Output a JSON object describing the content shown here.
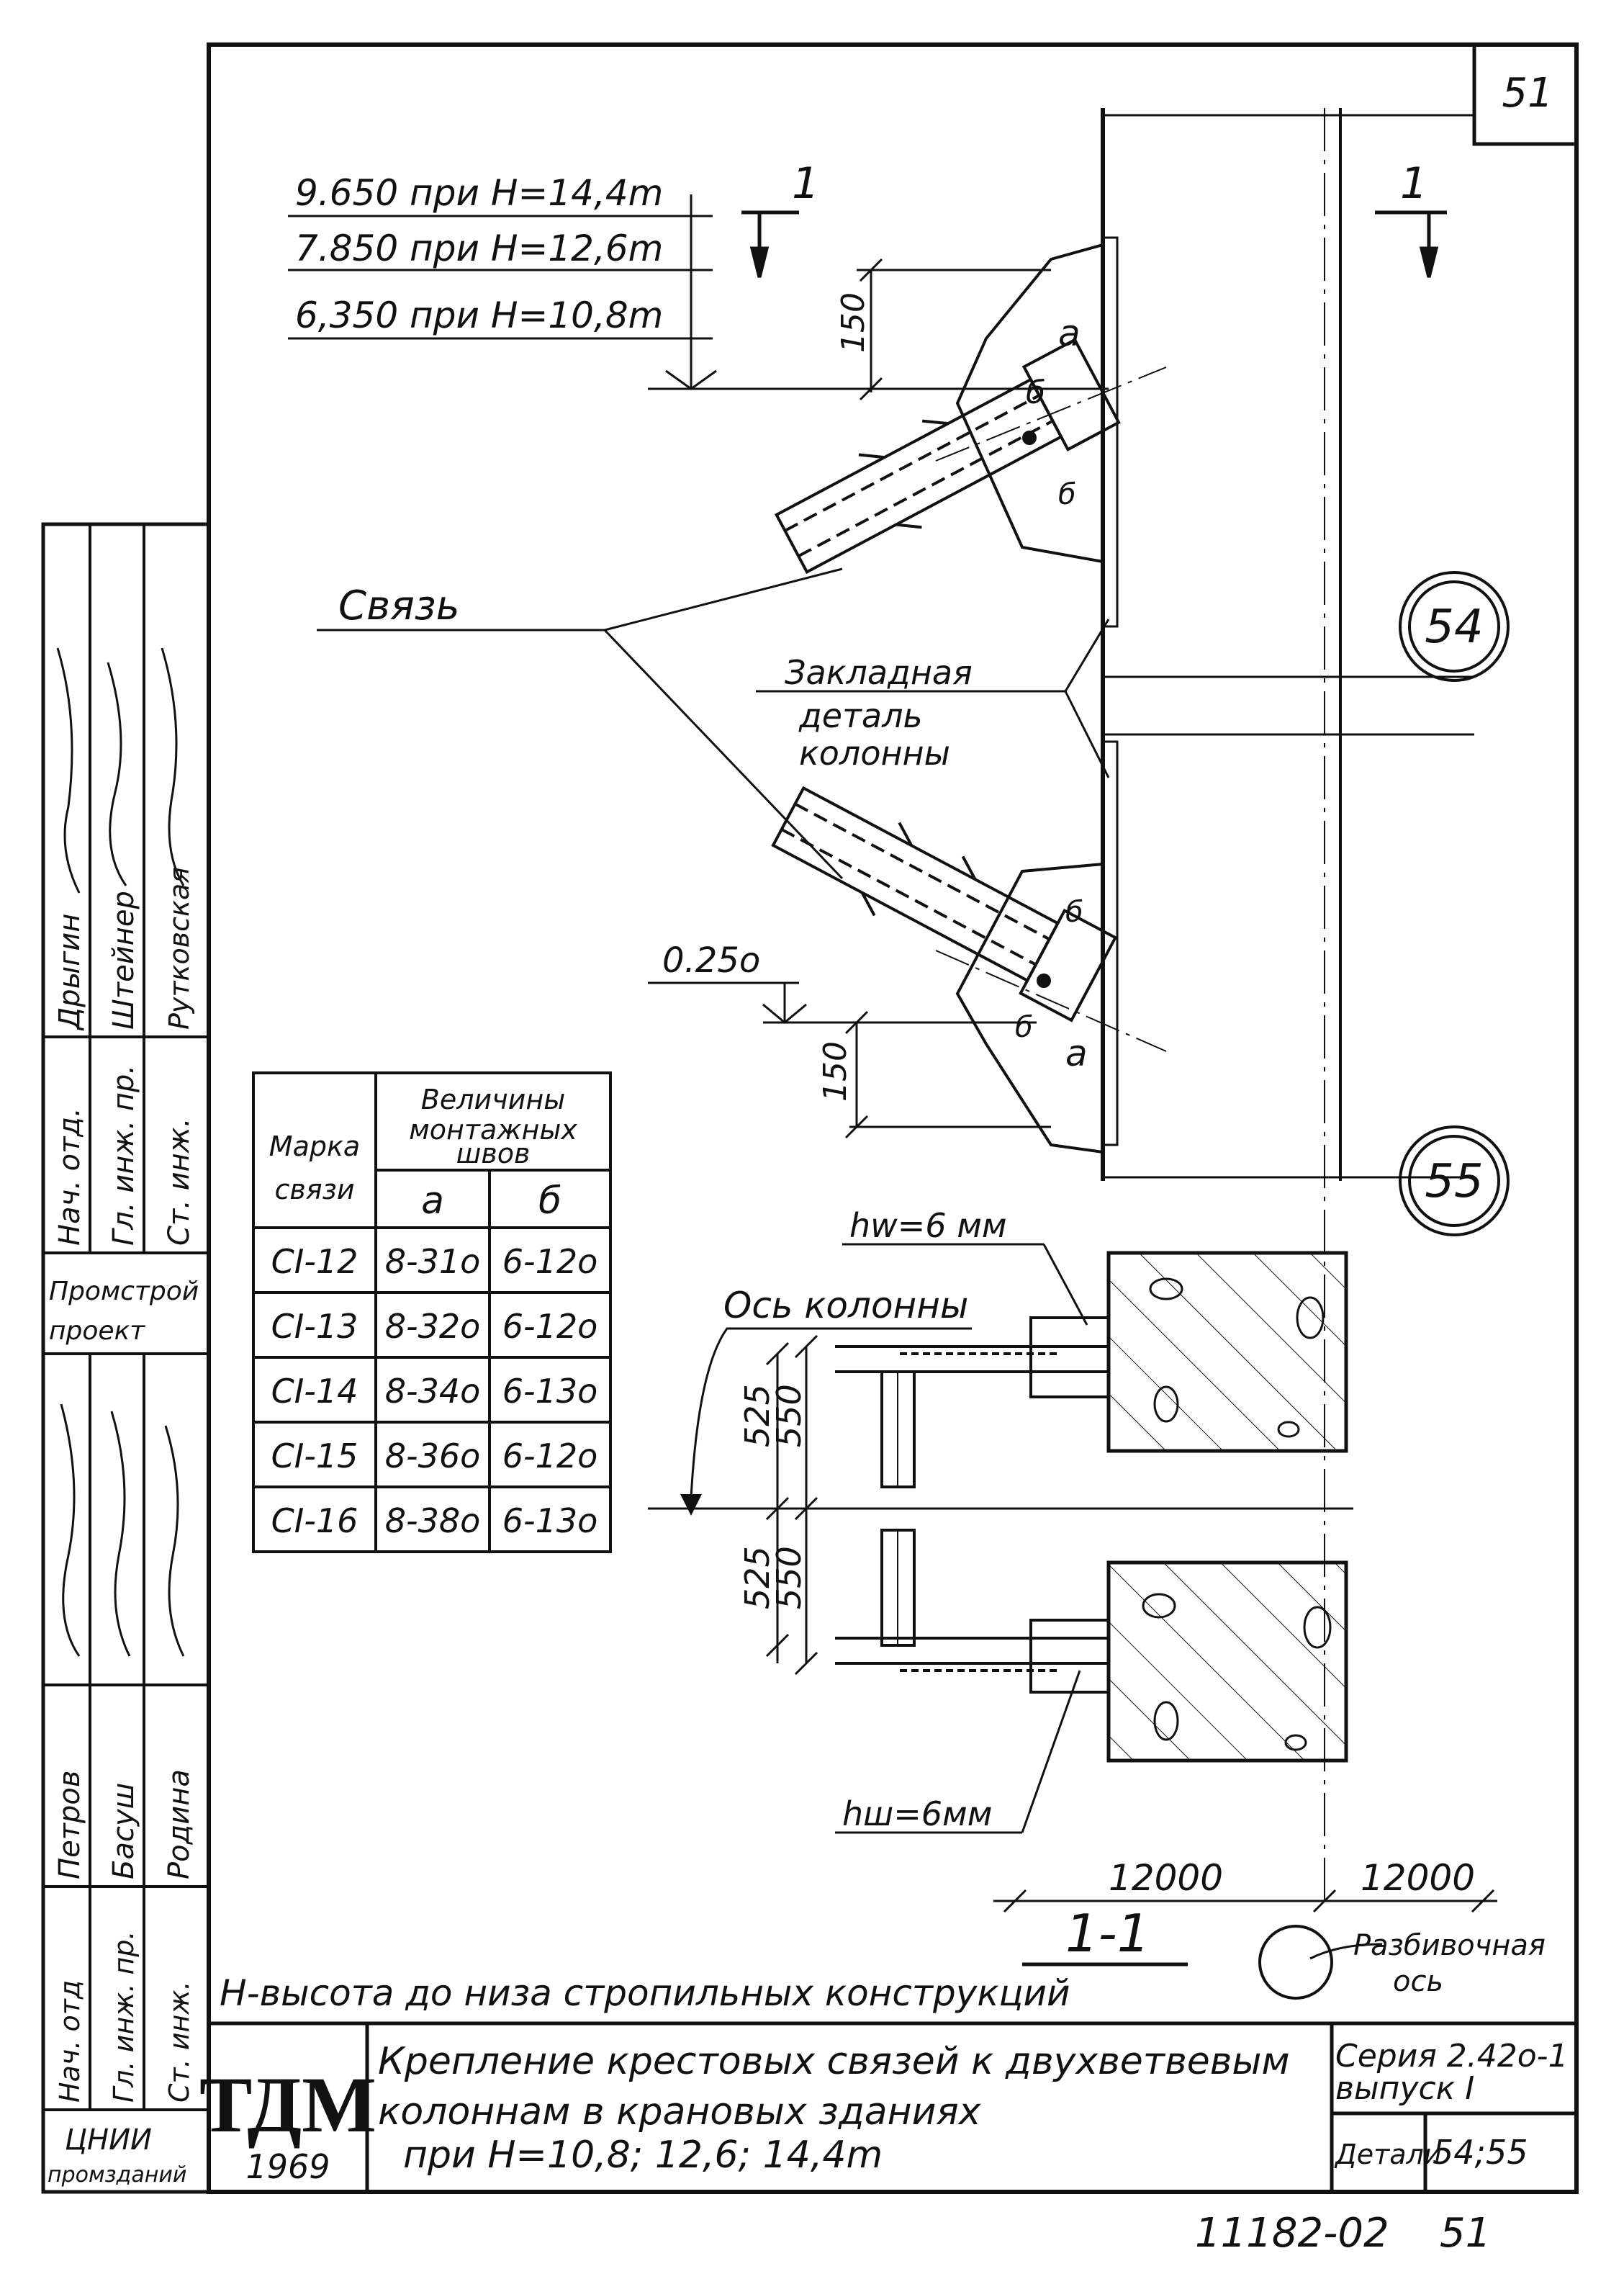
{
  "sheet": {
    "page_number": "51"
  },
  "elevations": [
    "9.650 при H=14,4m",
    "7.850 при H=12,6m",
    "6,350 при H=10,8m"
  ],
  "section_marks": {
    "left": "1",
    "right": "1"
  },
  "dimensions": {
    "upper_150": "150",
    "lower_150": "150",
    "elev_0250": "0.25о",
    "d525_top": "525",
    "d550_top": "550",
    "d525_bottom": "525",
    "d550_bottom": "550",
    "span_left": "12000",
    "span_right": "12000"
  },
  "labels": {
    "brace": "Связь",
    "embedded_line1": "Закладная",
    "embedded_line2": "деталь",
    "embedded_line3": "колонны",
    "column_axis": "Ось колонны",
    "weld_top": "hw=6 мм",
    "weld_bottom": "hш=6мм",
    "weld_a_upper": "а",
    "weld_b_upper": "б",
    "weld_d_upper": "б",
    "weld_a_lower": "а",
    "weld_b_lower": "б",
    "weld_d_lower": "б",
    "section_title": "1-1",
    "grid_axis_line1": "Разбивочная",
    "grid_axis_line2": "ось",
    "note": "H-высота до низа стропильных конструкций"
  },
  "details": {
    "top": "54",
    "bottom": "55"
  },
  "table": {
    "header_mark": "Марка связи",
    "header_mark_line1": "Марка",
    "header_mark_line2": "связи",
    "header_values_line1": "Величины",
    "header_values_line2": "монтажных",
    "header_values_line3": "швов",
    "col_a": "а",
    "col_b": "б",
    "rows": [
      {
        "mark": "CI-12",
        "a": "8-31о",
        "b": "6-12о"
      },
      {
        "mark": "CI-13",
        "a": "8-32о",
        "b": "6-12о"
      },
      {
        "mark": "CI-14",
        "a": "8-34о",
        "b": "6-13о"
      },
      {
        "mark": "CI-15",
        "a": "8-36о",
        "b": "6-12о"
      },
      {
        "mark": "CI-16",
        "a": "8-38о",
        "b": "6-13о"
      }
    ]
  },
  "stamp_upper": {
    "roles": [
      "Нач. отд.",
      "Гл. инж. пр.",
      "Ст. инж."
    ],
    "names": [
      "Дрыгин",
      "Штейнер",
      "Рутковская"
    ],
    "org": "Промстрой проект",
    "org_line1": "Промстрой",
    "org_line2": "проект"
  },
  "stamp_lower": {
    "roles": [
      "Нач. отд",
      "Гл. инж. пр.",
      "Ст. инж."
    ],
    "names": [
      "Петров",
      "Басуш",
      "Родина"
    ],
    "org_line1": "ЦНИИ",
    "org_line2": "промзданий"
  },
  "title_block": {
    "logo": "ТДМ",
    "year": "1969",
    "title_line1": "Крепление крестовых связей к двухветвевым",
    "title_line2": "колоннам в крановых зданиях",
    "title_line3": "при H=10,8; 12,6; 14,4m",
    "series_line1": "Серия 2.42о-1",
    "series_line2": "выпуск I",
    "details_label": "Детали",
    "details_value": "54;55"
  },
  "footer_code": "11182-02",
  "footer_page": "51"
}
